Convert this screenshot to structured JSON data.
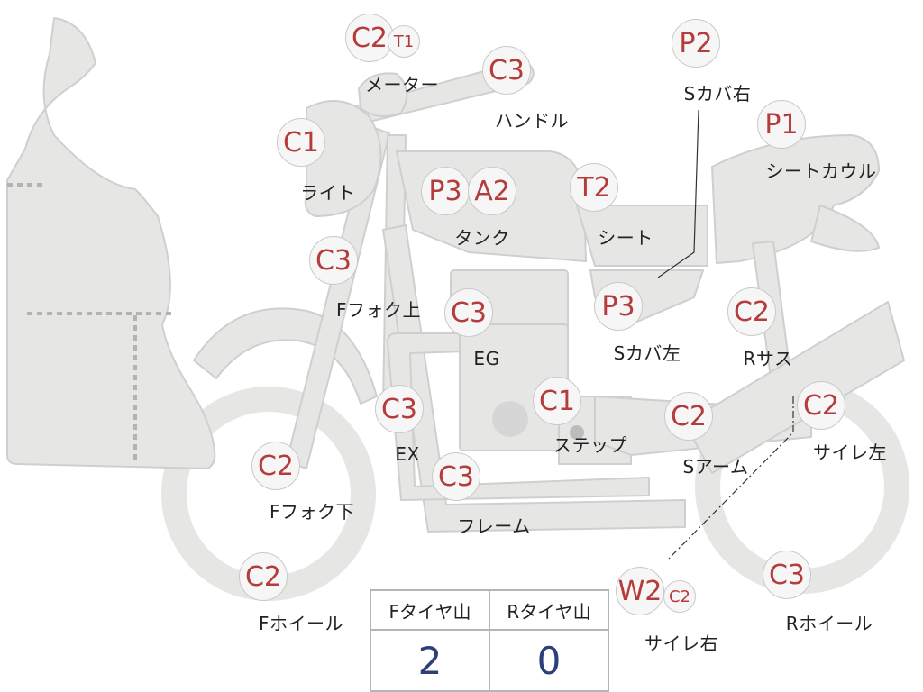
{
  "parts": {
    "meter": {
      "grade": "C2",
      "extra": "T1",
      "label": "メーター"
    },
    "handle": {
      "grade": "C3",
      "label": "ハンドル"
    },
    "light": {
      "grade": "C1",
      "label": "ライト"
    },
    "tank": {
      "grade": "P3",
      "extra": "A2",
      "label": "タンク"
    },
    "seat": {
      "grade": "T2",
      "label": "シート"
    },
    "side_cover_right": {
      "grade": "P2",
      "label": "Sカバ右"
    },
    "seat_cowl": {
      "grade": "P1",
      "label": "シートカウル"
    },
    "fork_upper": {
      "grade": "C3",
      "label": "Fフォク上"
    },
    "engine": {
      "grade": "C3",
      "label": "EG"
    },
    "side_cover_left": {
      "grade": "P3",
      "label": "Sカバ左"
    },
    "rear_suspension": {
      "grade": "C2",
      "label": "Rサス"
    },
    "exhaust": {
      "grade": "C3",
      "label": "EX"
    },
    "step": {
      "grade": "C1",
      "label": "ステップ"
    },
    "swing_arm": {
      "grade": "C2",
      "label": "Sアーム"
    },
    "muffler_left": {
      "grade": "C2",
      "label": "サイレ左"
    },
    "fork_lower": {
      "grade": "C2",
      "label": "Fフォク下"
    },
    "frame": {
      "grade": "C3",
      "label": "フレーム"
    },
    "front_wheel": {
      "grade": "C2",
      "label": "Fホイール"
    },
    "muffler_right": {
      "grade": "W2",
      "extra": "C2",
      "label": "サイレ右"
    },
    "rear_wheel": {
      "grade": "C3",
      "label": "Rホイール"
    }
  },
  "tire_table": {
    "front_header": "Fタイヤ山",
    "rear_header": "Rタイヤ山",
    "front_value": "2",
    "rear_value": "0"
  },
  "colors": {
    "grade_text": "#b53c3c",
    "part_fill": "#e6e6e5",
    "part_stroke": "#cfcfcf",
    "table_value": "#2c3f7a"
  }
}
